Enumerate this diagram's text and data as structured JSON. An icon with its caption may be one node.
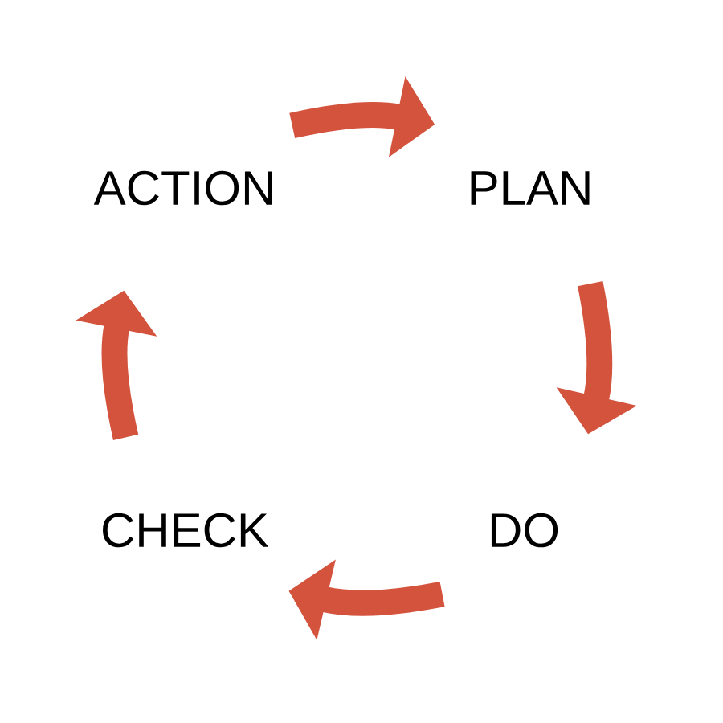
{
  "diagram": {
    "nodes": [
      {
        "text": [
          "ACTION"
        ]
      },
      {
        "text": [
          "PLAN"
        ]
      },
      {
        "text": [
          "CHECK"
        ]
      },
      {
        "text": [
          "DO"
        ]
      }
    ],
    "edges": [
      {
        "from": 0,
        "to": 1,
        "arrow": "to"
      },
      {
        "from": 1,
        "to": 3,
        "arrow": "to"
      },
      {
        "from": 3,
        "to": 2,
        "arrow": "to"
      },
      {
        "from": 2,
        "to": 0,
        "arrow": "to"
      }
    ]
  }
}
